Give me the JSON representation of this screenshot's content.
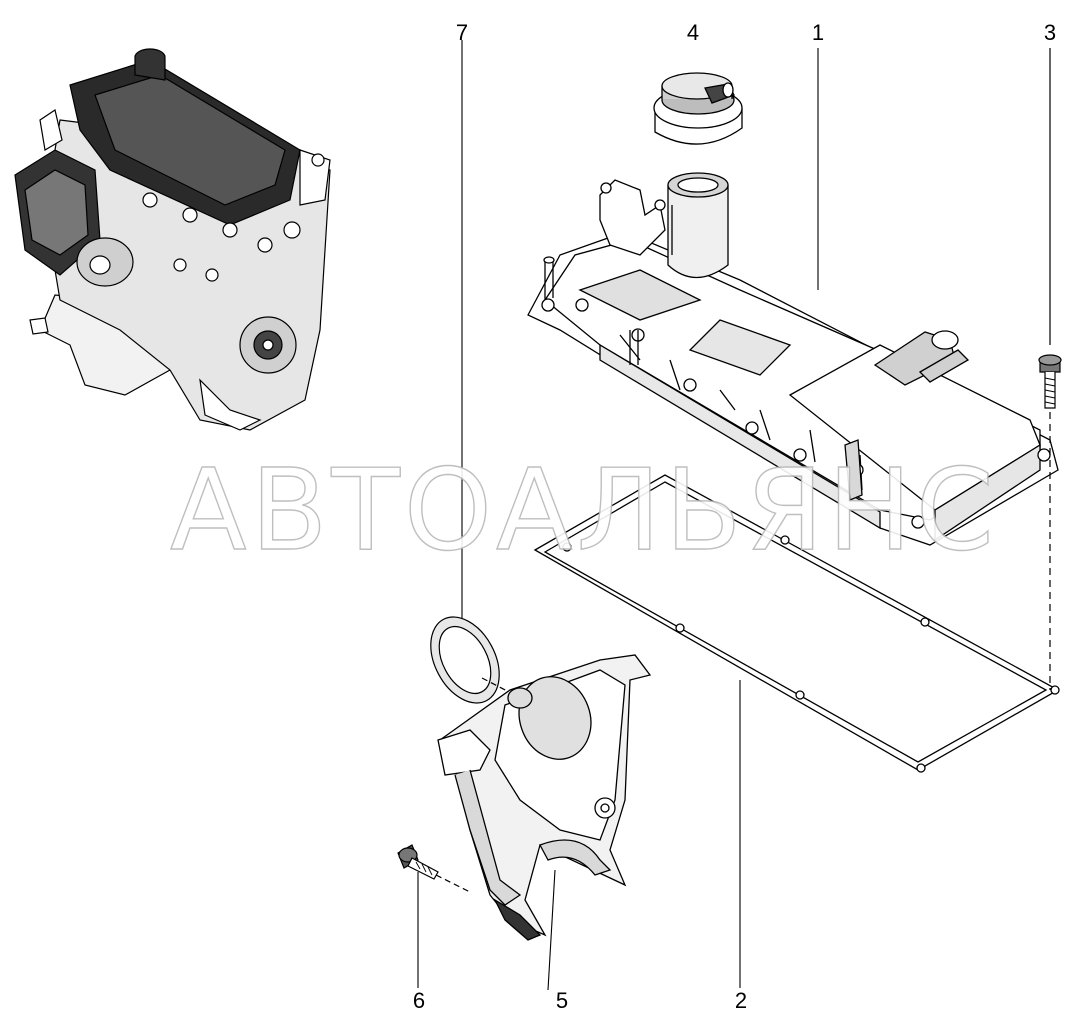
{
  "callouts": {
    "c1": "1",
    "c2": "2",
    "c3": "3",
    "c4": "4",
    "c5": "5",
    "c6": "6",
    "c7": "7"
  },
  "watermark": "АВТОАЛЬЯНС",
  "colors": {
    "line": "#000000",
    "shade": "#d9d9d9",
    "dark": "#1a1a1a",
    "watermark_stroke": "#b9b9b9"
  }
}
